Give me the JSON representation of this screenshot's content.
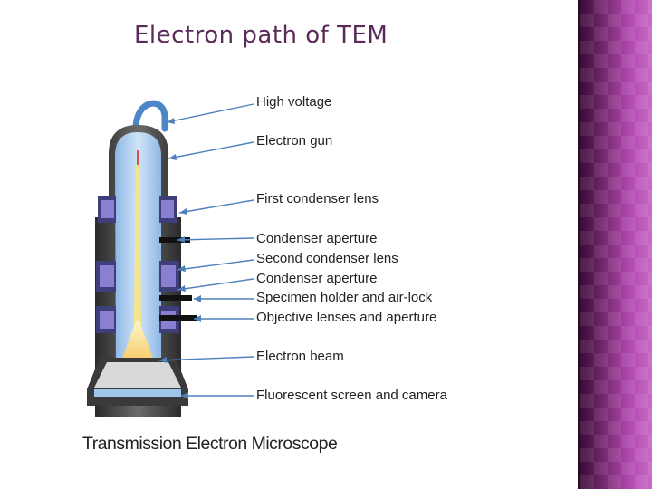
{
  "slide": {
    "title": "Electron path of TEM",
    "caption": "Transmission Electron Microscope"
  },
  "labels": [
    "High voltage",
    "Electron gun",
    "First condenser lens",
    "Condenser  aperture",
    "Second condenser lens",
    "Condenser aperture",
    "Specimen holder and air-lock",
    "Objective lenses and aperture",
    "Electron beam",
    "Fluorescent  screen  and camera"
  ],
  "colors": {
    "title": "#5a2a5a",
    "band_dark": "#3a0c36",
    "band_light": "#c86ac6",
    "column_blue": "#a9cdef",
    "arrow_blue": "#4f81bd",
    "beam": "#f2c24a",
    "lens_purple": "#6a5aa8"
  }
}
